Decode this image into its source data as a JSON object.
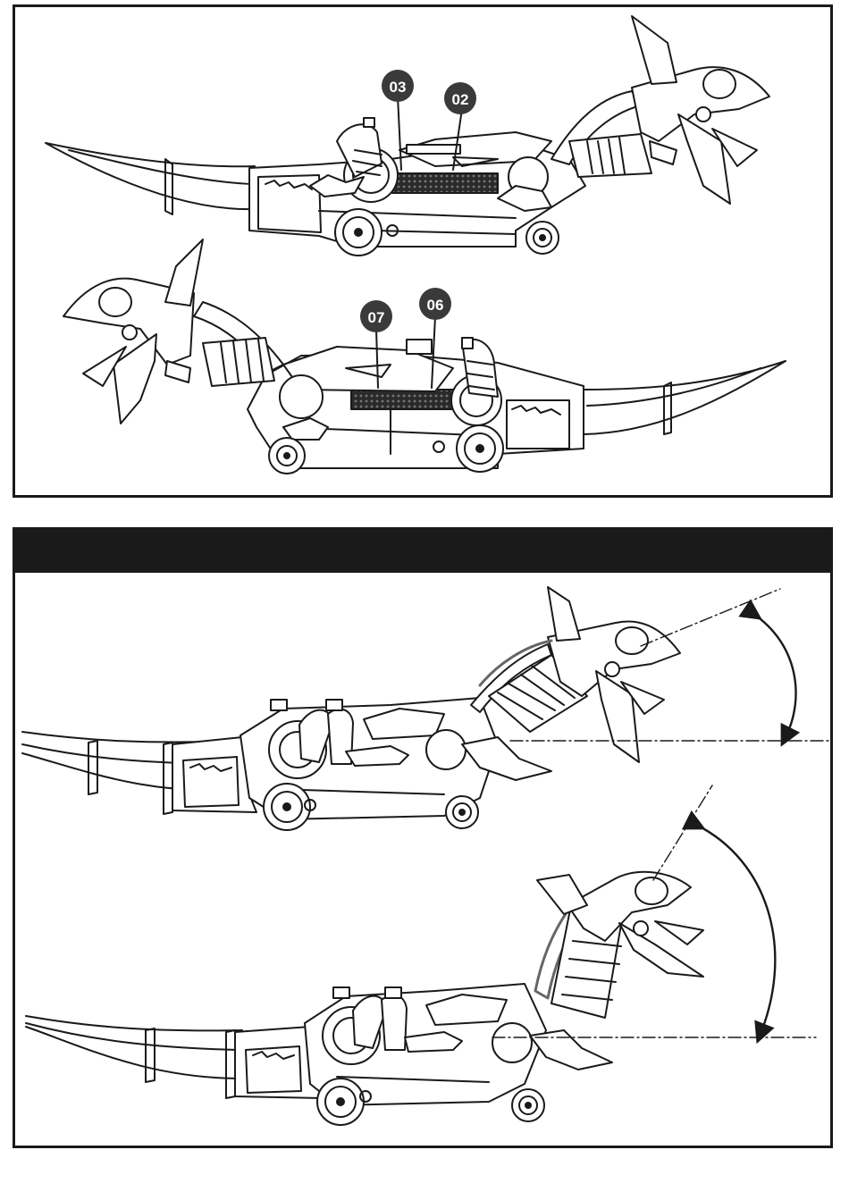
{
  "top_panel": {
    "callouts": [
      {
        "id": "callout-03",
        "label": "03"
      },
      {
        "id": "callout-02",
        "label": "02"
      },
      {
        "id": "callout-07",
        "label": "07"
      },
      {
        "id": "callout-06",
        "label": "06"
      }
    ]
  },
  "bottom_panel": {
    "header_text": ""
  },
  "colors": {
    "stroke": "#1a1a1a",
    "callout_fill": "#3a3a3a",
    "header_fill": "#1a1a1a",
    "background": "#ffffff"
  },
  "icons": [
    "curved-double-arrow-icon",
    "dash-dot-reference-line"
  ]
}
